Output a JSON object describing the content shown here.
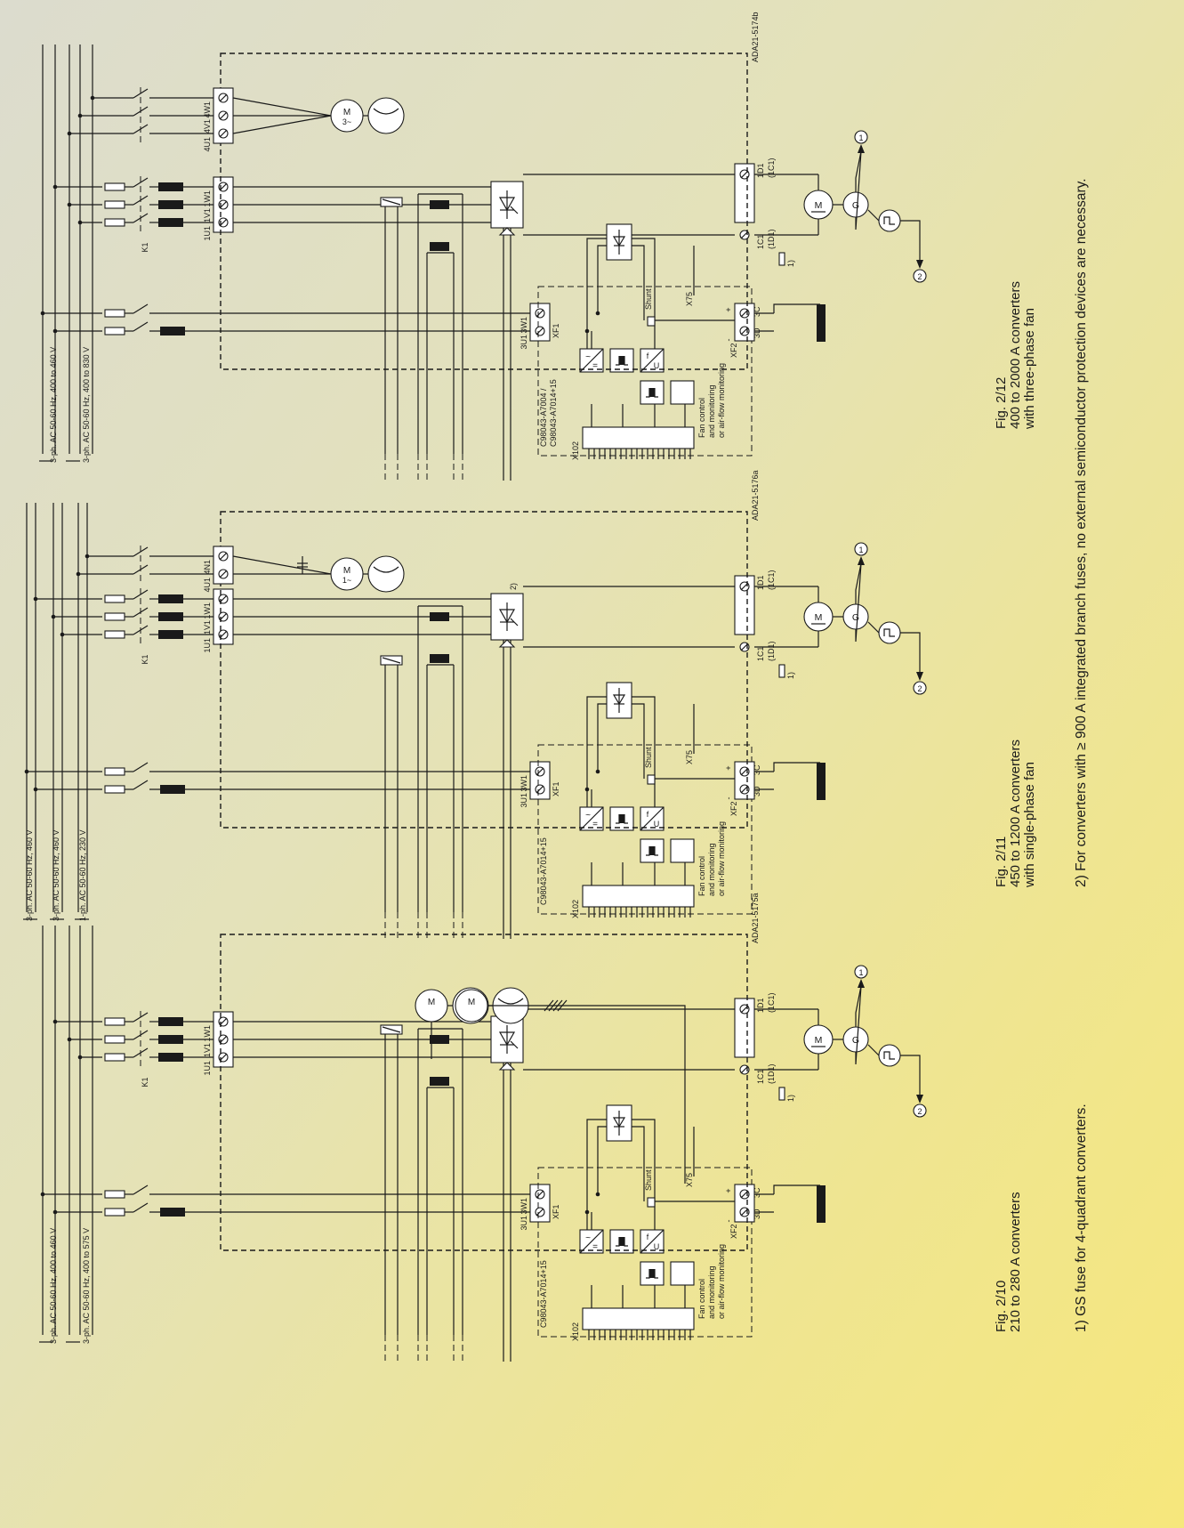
{
  "colors": {
    "ink": "#1a1a1a",
    "bg_start": "#dcdcce",
    "bg_end": "#f6e77c"
  },
  "figures": [
    {
      "id": "2-10",
      "caption": {
        "number": "Fig. 2/10",
        "text": "210 to 280 A converters",
        "text2": ""
      },
      "supply": [
        "3-ph. AC 50-60 Hz, 400 to 460 V",
        "3-ph. AC 50-60 Hz, 400 to 575 V"
      ],
      "drawing_no": "ADA21-5175a",
      "board": [
        "C98043-A7014+15"
      ],
      "terminals": {
        "l1": "1U1",
        "l2": "1V1",
        "l3": "1W1",
        "k1": "K1",
        "u3": "3U1",
        "w3": "3W1",
        "xf1": "XF1",
        "x102": "X102",
        "x75": "X75",
        "xf2": "XF2",
        "c3": "3C",
        "d3": "3D",
        "shunt": "Shunt",
        "c1": "1C1",
        "c1b": "(1D1)",
        "d1": "1D1",
        "d1b": "(1C1)",
        "plus": "+",
        "minus": "-"
      },
      "fan_text": [
        "Fan control",
        "and monitoring",
        "or air-flow monitoring"
      ],
      "fan_terms": [],
      "notes": {
        "n1": "1)",
        "n2": "",
        "c1": "1",
        "c2": "2"
      }
    },
    {
      "id": "2-11",
      "caption": {
        "number": "Fig. 2/11",
        "text": "450 to 1200 A converters",
        "text2": "with single-phase fan"
      },
      "supply": [
        "3-ph. AC 50-60 Hz, 460 V",
        "3-ph. AC 50-60 Hz, 460 V",
        "1-ph. AC 50-60 Hz, 230 V"
      ],
      "drawing_no": "ADA21-5176a",
      "board": [
        "C98043-A7014+15"
      ],
      "terminals": {
        "l1": "1U1",
        "l2": "1V1",
        "l3": "1W1",
        "k1": "K1",
        "u3": "3U1",
        "w3": "3W1",
        "xf1": "XF1",
        "x102": "X102",
        "x75": "X75",
        "xf2": "XF2",
        "c3": "3C",
        "d3": "3D",
        "shunt": "Shunt",
        "c1": "1C1",
        "c1b": "(1D1)",
        "d1": "1D1",
        "d1b": "(1C1)",
        "plus": "+",
        "minus": "-"
      },
      "fan_text": [
        "Fan control",
        "and monitoring",
        "or air-flow monitoring"
      ],
      "fan_terms": [
        "4U1",
        "4N1"
      ],
      "notes": {
        "n1": "1)",
        "n2": "2)",
        "c1": "1",
        "c2": "2"
      }
    },
    {
      "id": "2-12",
      "caption": {
        "number": "Fig. 2/12",
        "text": "400 to 2000 A converters",
        "text2": "with three-phase fan"
      },
      "supply": [
        "3-ph. AC 50-60 Hz, 400 to 460 V",
        "3-ph. AC 50-60 Hz, 400 to 830 V"
      ],
      "drawing_no": "ADA21-5174b",
      "board": [
        "C98043-A7004 /",
        "C98043-A7014+15"
      ],
      "terminals": {
        "l1": "1U1",
        "l2": "1V1",
        "l3": "1W1",
        "k1": "K1",
        "u3": "3U1",
        "w3": "3W1",
        "xf1": "XF1",
        "x102": "X102",
        "x75": "X75",
        "xf2": "XF2",
        "c3": "3C",
        "d3": "3D",
        "shunt": "Shunt",
        "c1": "1C1",
        "c1b": "(1D1)",
        "d1": "1D1",
        "d1b": "(1C1)",
        "plus": "+",
        "minus": "-"
      },
      "fan_text": [
        "Fan control",
        "and monitoring",
        "or air-flow monitoring"
      ],
      "fan_terms": [
        "4U1",
        "4V1",
        "4W1"
      ],
      "notes": {
        "n1": "1)",
        "n2": "",
        "c1": "1",
        "c2": "2"
      }
    }
  ],
  "footnotes": {
    "f1": "1) GS fuse for 4-quadrant converters.",
    "f2": "2) For converters with ≥ 900 A integrated branch fuses, no external semiconductor protection devices are necessary."
  },
  "symbols": {
    "motor": "M",
    "generator": "G",
    "tacho": "⎍",
    "ac": "~",
    "dc": "=",
    "three": "3~",
    "one": "1~",
    "f": "f",
    "u": "U"
  }
}
